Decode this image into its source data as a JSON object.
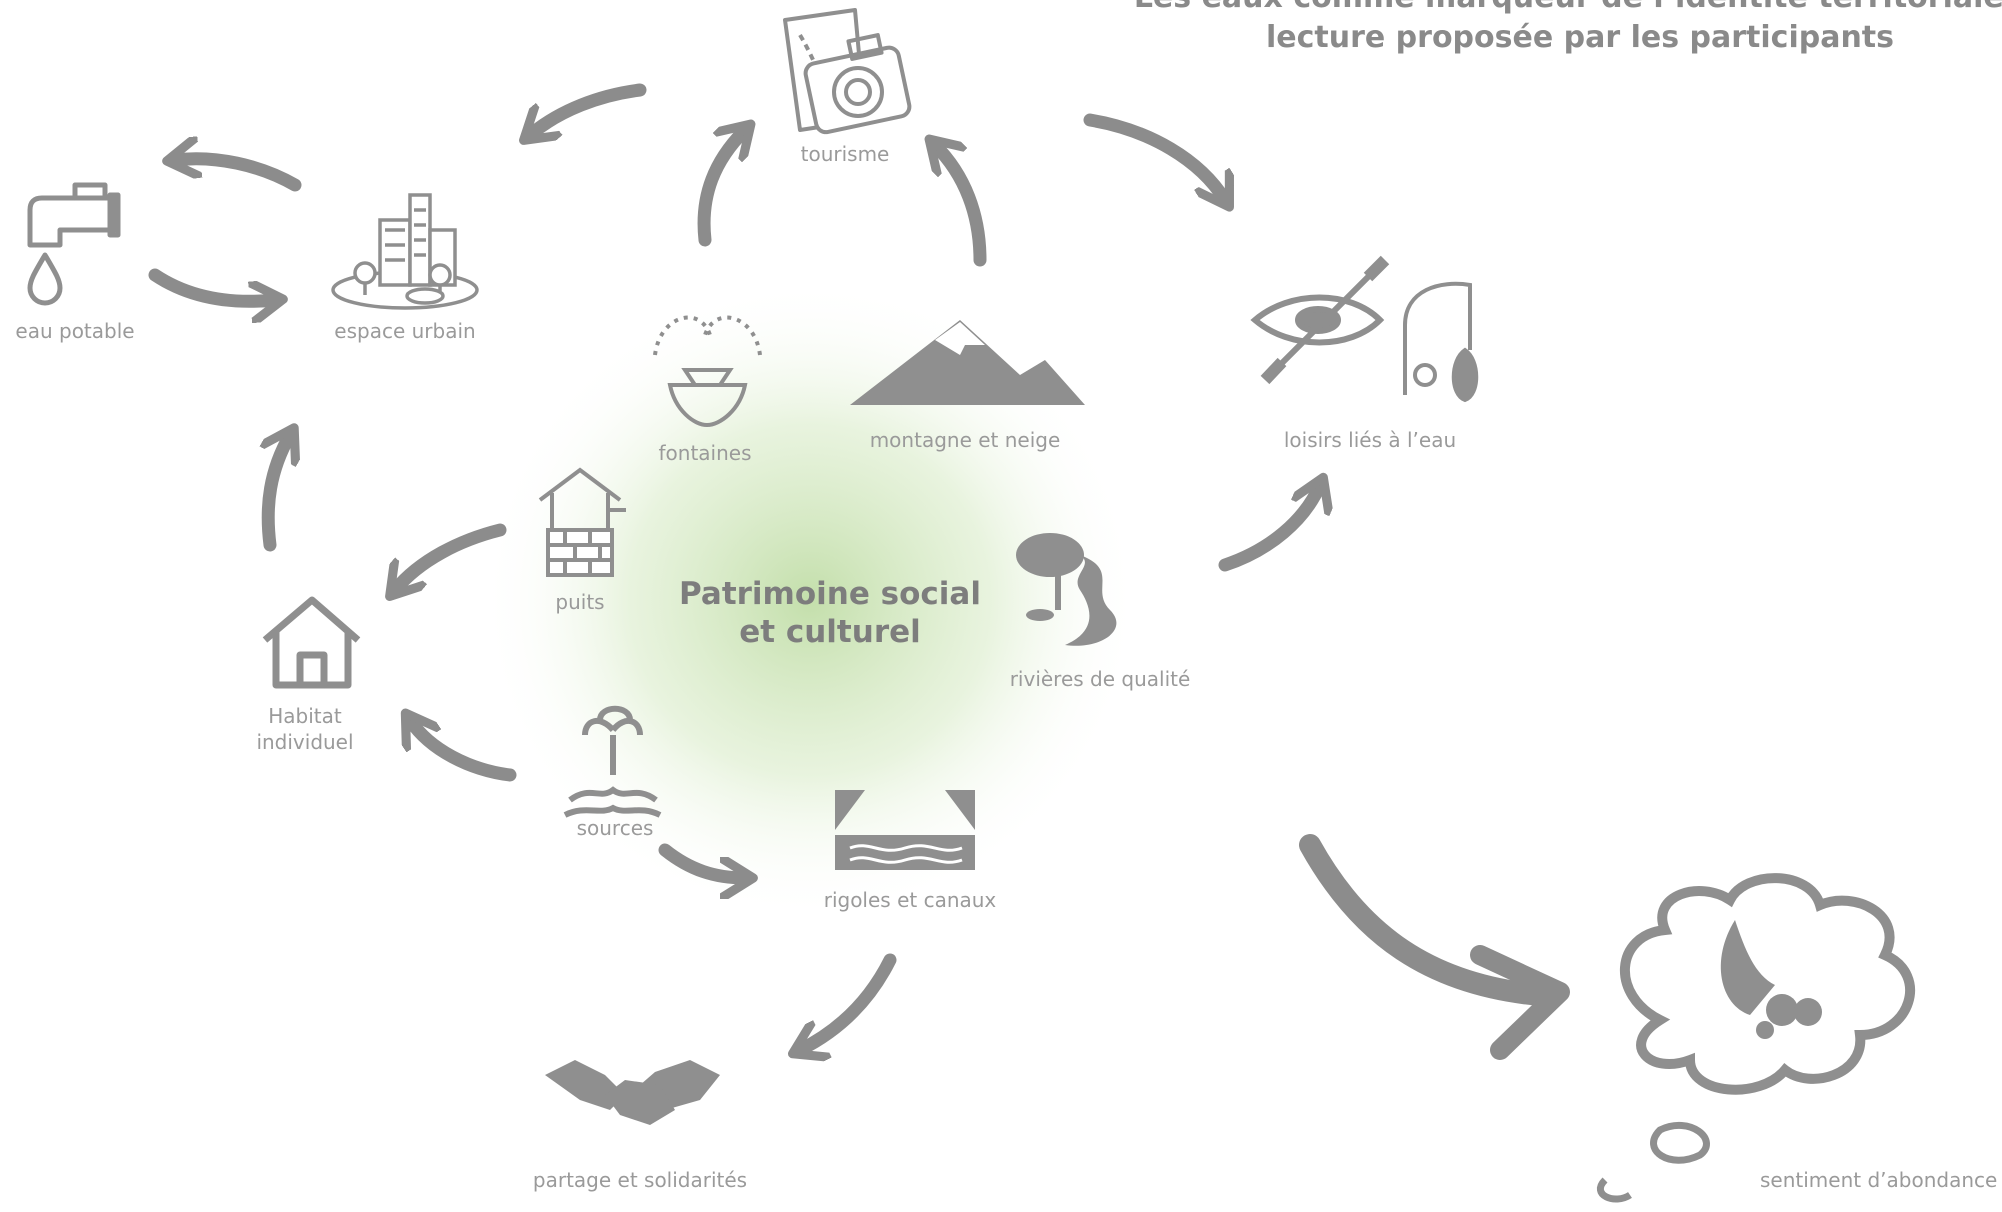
{
  "title": {
    "line1": "Les eaux comme marqueur de l’identité territoriale :",
    "line2": "lecture proposée par les participants"
  },
  "center": {
    "line1": "Patrimoine social",
    "line2": "et culturel"
  },
  "labels": {
    "tourisme": "tourisme",
    "eau_potable": "eau potable",
    "espace_urbain": "espace urbain",
    "fontaines": "fontaines",
    "montagne": "montagne et neige",
    "loisirs": "loisirs liés à l’eau",
    "puits": "puits",
    "habitat_1": "Habitat",
    "habitat_2": "individuel",
    "rivieres": "rivières de qualité",
    "sources": "sources",
    "rigoles": "rigoles et canaux",
    "partage": "partage et solidarités",
    "abondance": "sentiment d’abondance"
  },
  "colors": {
    "icon": "#8f8f8f",
    "arrow": "#8c8c8c",
    "label": "#9a9a9a",
    "glow": "#c9e2b3"
  },
  "icons": [
    "map-camera-icon",
    "tap-icon",
    "city-icon",
    "fountain-icon",
    "mountain-icon",
    "kayak-icon",
    "fishing-icon",
    "well-icon",
    "house-icon",
    "river-icon",
    "spring-icon",
    "canal-icon",
    "handshake-icon",
    "cornucopia-cloud-icon"
  ]
}
